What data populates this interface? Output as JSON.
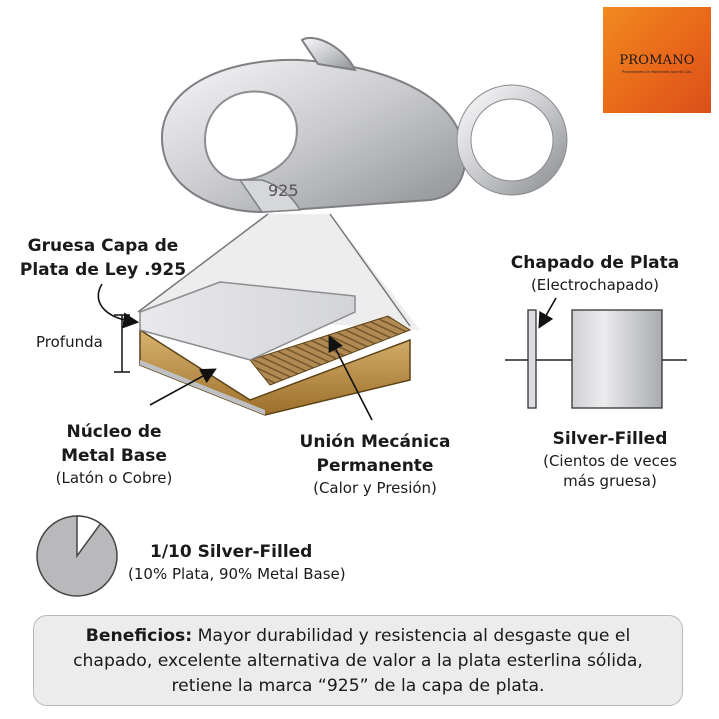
{
  "logo": {
    "brand": "PROMANO",
    "tagline": "Proveedores de Materiales Joyería Cali."
  },
  "clasp": {
    "stamp": "925"
  },
  "labels": {
    "thick_layer_line1": "Gruesa Capa de",
    "thick_layer_line2": "Plata de Ley .925",
    "depth": "Profunda",
    "core_line1": "Núcleo de",
    "core_line2": "Metal Base",
    "core_sub": "(Latón o Cobre)",
    "bond_line1": "Unión Mecánica",
    "bond_line2": "Permanente",
    "bond_sub": "(Calor y Presión)",
    "plated_title": "Chapado de Plata",
    "plated_sub": "(Electrochapado)",
    "filled_title": "Silver-Filled",
    "filled_sub_line1": "(Cientos de veces",
    "filled_sub_line2": "más gruesa)",
    "ratio_title": "1/10 Silver-Filled",
    "ratio_sub": "(10% Plata, 90% Metal Base)"
  },
  "ratio": {
    "silver_fraction": 0.1
  },
  "benefits": {
    "heading": "Beneficios:",
    "text": " Mayor durabilidad y resistencia al desgaste que el chapado, excelente alternativa de valor a la plata esterlina sólida, retiene la marca “925” de la capa de plata."
  },
  "colors": {
    "silver": "#d9dadd",
    "brass": "#b8893a",
    "logo_orange": "#e8641a",
    "panel": "#ececec"
  }
}
